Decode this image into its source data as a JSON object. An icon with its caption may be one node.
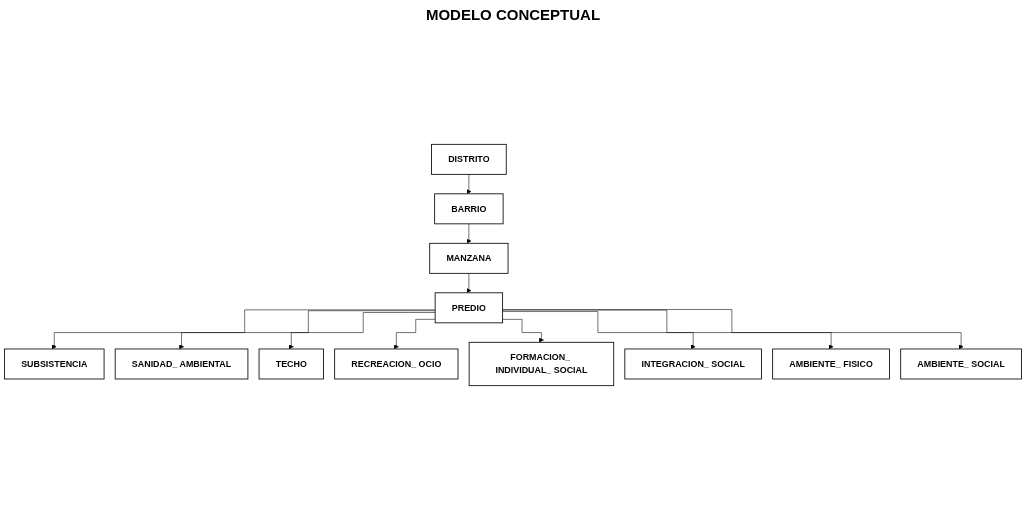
{
  "diagram": {
    "title": "MODELO CONCEPTUAL",
    "nodes": [
      {
        "text": [
          "DISTRITO"
        ]
      },
      {
        "text": [
          "BARRIO"
        ]
      },
      {
        "text": [
          "MANZANA"
        ]
      },
      {
        "text": [
          "PREDIO"
        ]
      },
      {
        "text": [
          "SUBSISTENCIA"
        ]
      },
      {
        "text": [
          "SANIDAD_ AMBIENTAL"
        ]
      },
      {
        "text": [
          "TECHO"
        ]
      },
      {
        "text": [
          "RECREACION_ OCIO"
        ]
      },
      {
        "text": [
          "FORMACION_ INDIVIDUAL_ SOCIAL"
        ]
      },
      {
        "text": [
          "INTEGRACION_ SOCIAL"
        ]
      },
      {
        "text": [
          "AMBIENTE_ FISICO"
        ]
      },
      {
        "text": [
          "AMBIENTE_ SOCIAL"
        ]
      }
    ],
    "edges": [
      {
        "from": 0,
        "to": 1,
        "arrow": "to"
      },
      {
        "from": 1,
        "to": 2,
        "arrow": "to"
      },
      {
        "from": 2,
        "to": 3,
        "arrow": "to"
      },
      {
        "from": 3,
        "to": 4,
        "arrow": "to"
      },
      {
        "from": 3,
        "to": 5,
        "arrow": "to"
      },
      {
        "from": 3,
        "to": 6,
        "arrow": "to"
      },
      {
        "from": 3,
        "to": 7,
        "arrow": "to"
      },
      {
        "from": 3,
        "to": 8,
        "arrow": "to"
      },
      {
        "from": 3,
        "to": 9,
        "arrow": "to"
      },
      {
        "from": 3,
        "to": 10,
        "arrow": "to"
      },
      {
        "from": 3,
        "to": 11,
        "arrow": "to"
      }
    ]
  }
}
